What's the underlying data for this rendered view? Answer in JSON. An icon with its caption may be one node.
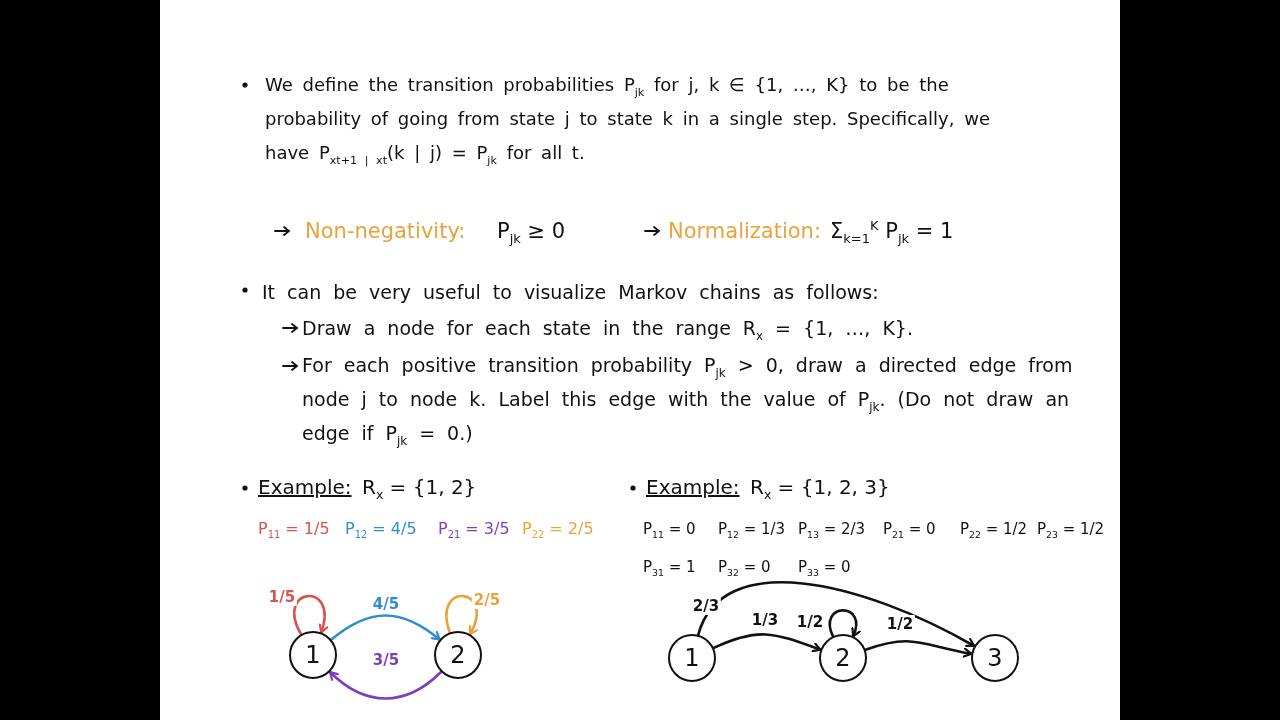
{
  "diagram": {
    "nodes": [
      {
        "text": [
          "1"
        ]
      },
      {
        "text": [
          "2"
        ]
      },
      {
        "text": [
          "1"
        ]
      },
      {
        "text": [
          "2"
        ]
      },
      {
        "text": [
          "3"
        ]
      }
    ],
    "edges": [
      {
        "from": 0,
        "to": 0,
        "arrow": "to",
        "label": "1/5",
        "color": "#d9534f"
      },
      {
        "from": 0,
        "to": 1,
        "arrow": "to",
        "label": "4/5",
        "color": "#2f8fce"
      },
      {
        "from": 1,
        "to": 0,
        "arrow": "to",
        "label": "3/5",
        "color": "#7b3fbf"
      },
      {
        "from": 1,
        "to": 1,
        "arrow": "to",
        "label": "2/5",
        "color": "#e8a33d"
      },
      {
        "from": 2,
        "to": 4,
        "arrow": "to",
        "label": "2/3"
      },
      {
        "from": 2,
        "to": 3,
        "arrow": "to",
        "label": "1/3"
      },
      {
        "from": 3,
        "to": 3,
        "arrow": "to",
        "label": "1/2"
      },
      {
        "from": 3,
        "to": 4,
        "arrow": "to",
        "label": "1/2"
      }
    ],
    "labels": [
      "We define the transition probabilities P$_{jk}$ for j, k ∈ {1, …, K} to be the probability of going from state j to state k in a single step. Specifically, we have P$_{xt+1 | xt}$(k | j) = P$_{jk}$ for all t.",
      "Non-negativity:",
      "P$_{jk}$ ≥ 0",
      "Normalization:",
      "Σ$_{k=1}$$^{K}$ P$_{jk}$ = 1",
      "It can be very useful to visualize Markov chains as follows:",
      "Draw a node for each state in the range R$_{x}$ = {1, …, K}.",
      "For each positive transition probability P$_{jk}$ > 0, draw a directed edge from node j to node k. Label this edge with the value of P$_{jk}$. (Do not draw an edge if P$_{jk}$ = 0.)",
      "Example:",
      "R$_{x}$ = {1, 2}",
      "P$_{11}$ = 1/5",
      "P$_{12}$ = 4/5",
      "P$_{21}$ = 3/5",
      "P$_{22}$ = 2/5",
      "Example:",
      "R$_{x}$ = {1, 2, 3}",
      "P$_{11}$ = 0",
      "P$_{12}$ = 1/3",
      "P$_{13}$ = 2/3",
      "P$_{21}$ = 0",
      "P$_{22}$ = 1/2",
      "P$_{23}$ = 1/2",
      "P$_{31}$ = 1",
      "P$_{32}$ = 0",
      "P$_{33}$ = 0"
    ]
  }
}
